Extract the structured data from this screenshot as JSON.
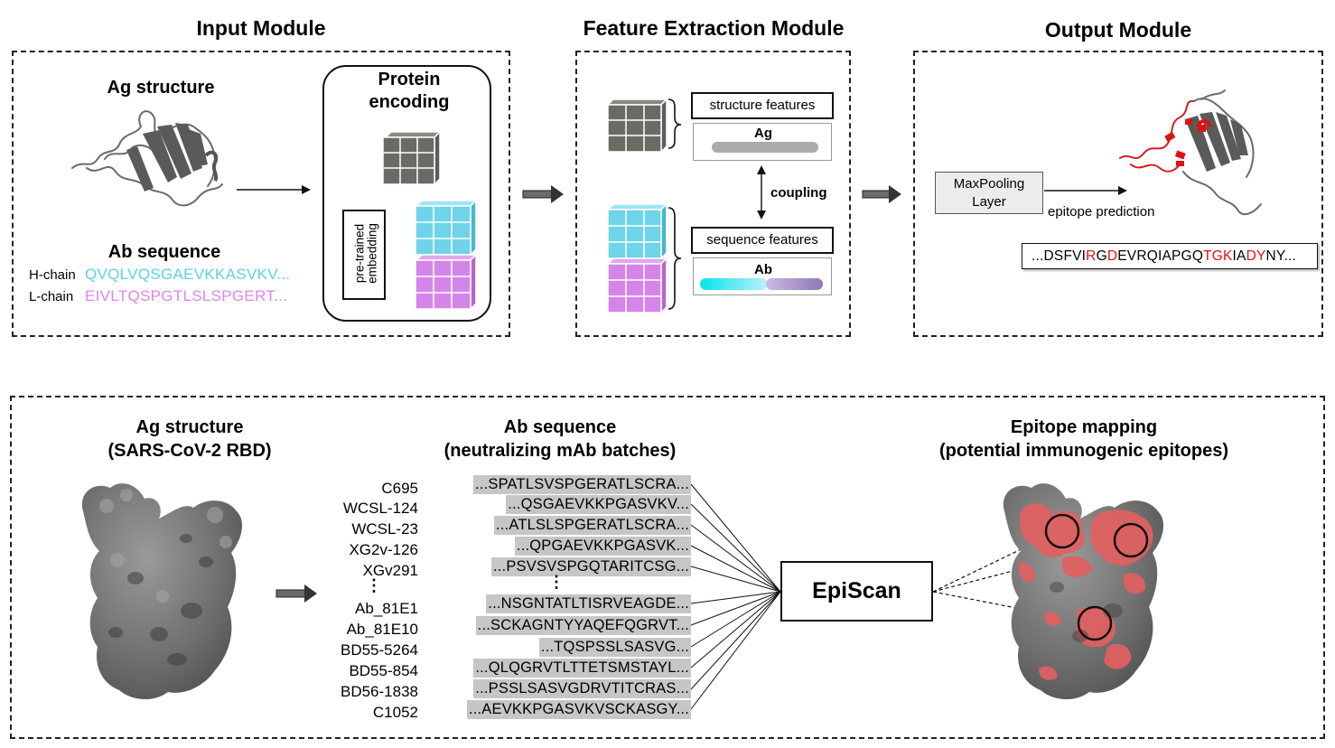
{
  "modules": {
    "input": {
      "title": "Input Module"
    },
    "feature": {
      "title": "Feature Extraction Module"
    },
    "output": {
      "title": "Output Module"
    }
  },
  "input": {
    "ag_label": "Ag structure",
    "ab_label": "Ab sequence",
    "h_chain_label": "H-chain",
    "h_chain_seq": "QVQLVQSGAEVKKASVKV...",
    "l_chain_label": "L-chain",
    "l_chain_seq": "EIVLTQSPGTLSLSPGERT...",
    "encoding_title_1": "Protein",
    "encoding_title_2": "encoding",
    "pretrained_1": "pre-trained",
    "pretrained_2": "embedding"
  },
  "feature": {
    "structure_features": "structure features",
    "ag": "Ag",
    "coupling": "coupling",
    "sequence_features": "sequence features",
    "ab": "Ab"
  },
  "output": {
    "maxpool_1": "MaxPooling",
    "maxpool_2": "Layer",
    "epitope_prediction": "epitope prediction",
    "seq_parts": [
      {
        "text": "...DSFVI",
        "red": false
      },
      {
        "text": "R",
        "red": true
      },
      {
        "text": "G",
        "red": false
      },
      {
        "text": "D",
        "red": true
      },
      {
        "text": "EVRQIAPGQ",
        "red": false
      },
      {
        "text": "TGK",
        "red": true
      },
      {
        "text": "IA",
        "red": false
      },
      {
        "text": "DY",
        "red": true
      },
      {
        "text": "NY...",
        "red": false
      }
    ]
  },
  "application": {
    "ag_title_1": "Ag structure",
    "ag_title_2": "(SARS-CoV-2 RBD)",
    "ab_title_1": "Ab sequence",
    "ab_title_2": "(neutralizing mAb batches)",
    "epi_title_1": "Epitope mapping",
    "epi_title_2": "(potential immunogenic epitopes)",
    "episcan": "EpiScan",
    "ellipsis": "⋮",
    "antibodies": [
      {
        "name": "C695",
        "seq": "...SPATLSVSPGERATLSCRA..."
      },
      {
        "name": "WCSL-124",
        "seq": "...QSGAEVKKPGASVKV..."
      },
      {
        "name": "WCSL-23",
        "seq": "...ATLSLSPGERATLSCRA..."
      },
      {
        "name": "XG2v-126",
        "seq": "...QPGAEVKKPGASVK..."
      },
      {
        "name": "XGv291",
        "seq": "...PSVSVSPGQTARITCSG..."
      },
      {
        "name": "Ab_81E1",
        "seq": "...NSGNTATLTISRVEAGDE..."
      },
      {
        "name": "Ab_81E10",
        "seq": "...SCKAGNTYYAQEFQGRVT..."
      },
      {
        "name": "BD55-5264",
        "seq": "...TQSPSSLSASVG..."
      },
      {
        "name": "BD55-854",
        "seq": "...QLQGRVTLTTETSMSTAYL..."
      },
      {
        "name": "BD56-1838",
        "seq": "...PSSLSASVGDRVTITCRAS..."
      },
      {
        "name": "C1052",
        "seq": "...AEVKKPGASVKVSCKASGY..."
      }
    ]
  },
  "colors": {
    "cyan": "#5cd0e6",
    "violet": "#dc86ee",
    "cube_gray": "#6b6b66",
    "red": "#e01010",
    "seq_bg": "#c6c6c6"
  }
}
